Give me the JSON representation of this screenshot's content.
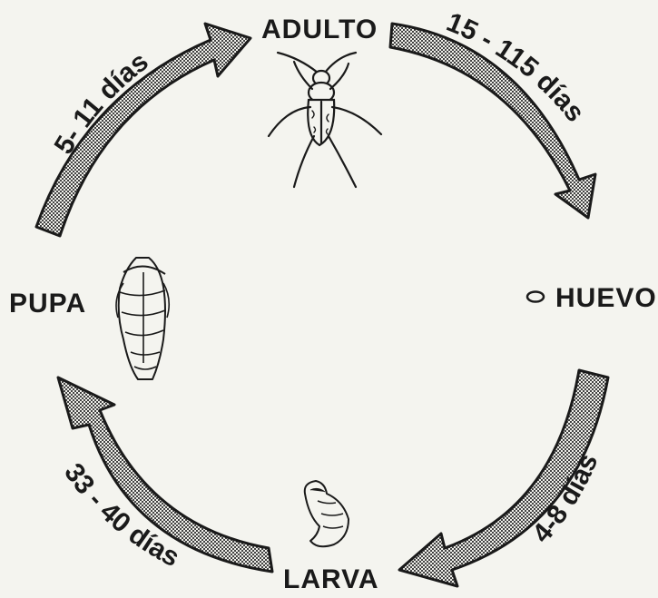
{
  "stages": {
    "adult": "ADULTO",
    "egg": "HUEVO",
    "larva": "LARVA",
    "pupa": "PUPA"
  },
  "durations": {
    "adult_to_egg": "15 - 115 días",
    "egg_to_larva": "4-8 días",
    "larva_to_pupa": "33 - 40 días",
    "pupa_to_adult": "5- 11 días"
  },
  "colors": {
    "background": "#f4f4ef",
    "ink": "#1a1a1a",
    "arrow_fill": "#9a9a96"
  }
}
